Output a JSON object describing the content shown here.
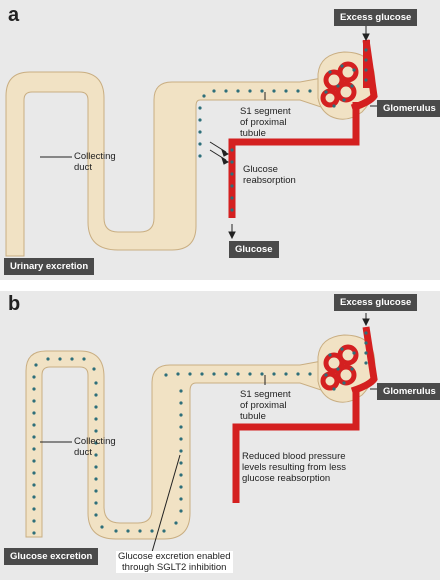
{
  "panels": [
    {
      "letter": "a",
      "excess_glucose": "Excess glucose",
      "glomerulus": "Glomerulus",
      "s1_segment": [
        "S1 segment",
        "of proximal",
        "tubule"
      ],
      "collecting_duct": [
        "Collecting",
        "duct"
      ],
      "reabsorption": [
        "Glucose",
        "reabsorption"
      ],
      "bottom_glucose": "Glucose",
      "excretion": "Urinary excretion"
    },
    {
      "letter": "b",
      "excess_glucose": "Excess glucose",
      "glomerulus": "Glomerulus",
      "s1_segment": [
        "S1 segment",
        "of proximal",
        "tubule"
      ],
      "collecting_duct": [
        "Collecting",
        "duct"
      ],
      "blood_pressure_note": [
        "Reduced blood pressure",
        "levels resulting from less",
        "glucose reabsorption"
      ],
      "sglt2_note": [
        "Glucose excretion enabled",
        "through SGLT2 inhibition"
      ],
      "excretion": "Glucose excretion"
    }
  ],
  "colors": {
    "panel_bg": "#e9e9e9",
    "tubule_fill": "#f1e2c4",
    "tubule_stroke": "#c9ae82",
    "vessel_red": "#d42020",
    "glucose_dot": "#2e6f7a",
    "label_box": "#4a4a4a"
  }
}
